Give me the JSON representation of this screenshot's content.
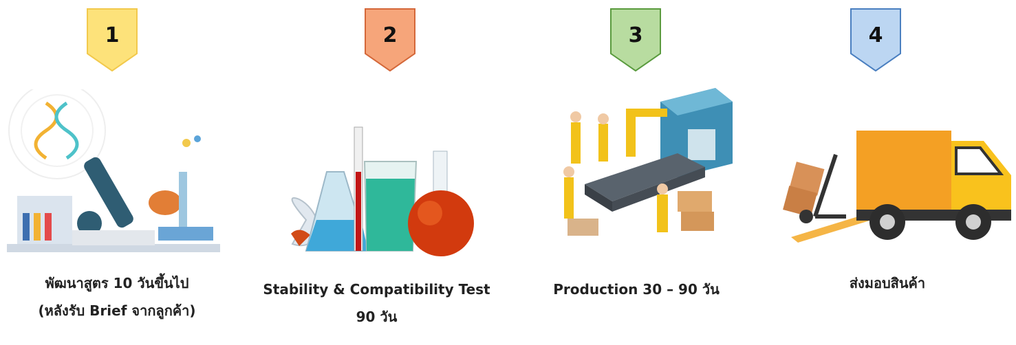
{
  "steps": [
    {
      "number": "1",
      "badge_color": "#fde27a",
      "badge_border": "#f2c94c",
      "icon": "laboratory-research-icon",
      "caption_line1": "พัฒนาสูตร 10 วันขึ้นไป",
      "caption_line2": "(หลังรับ Brief จากลูกค้า)"
    },
    {
      "number": "2",
      "badge_color": "#f6a57a",
      "badge_border": "#d4683a",
      "icon": "lab-glassware-icon",
      "caption_line1": "Stability & Compatibility Test",
      "caption_line2": "90 วัน"
    },
    {
      "number": "3",
      "badge_color": "#b8dca0",
      "badge_border": "#5a9b3e",
      "icon": "production-line-icon",
      "caption_line1": "Production 30 – 90 วัน"
    },
    {
      "number": "4",
      "badge_color": "#bcd6f2",
      "badge_border": "#4a7fc0",
      "icon": "delivery-truck-icon",
      "caption_line1": "ส่งมอบสินค้า"
    }
  ]
}
